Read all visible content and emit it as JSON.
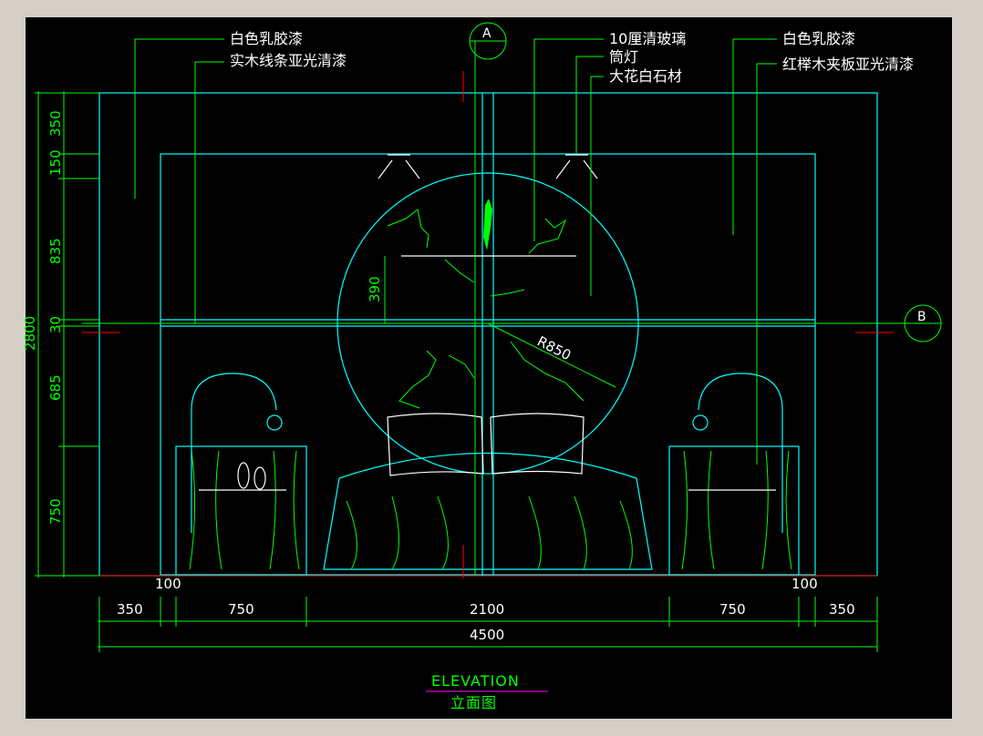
{
  "drawing": {
    "labels_left": [
      "白色乳胶漆",
      "实木线条亚光清漆"
    ],
    "labels_center": [
      "10厘清玻璃",
      "筒灯",
      "大花白石材"
    ],
    "labels_right": [
      "白色乳胶漆",
      "红榉木夹板亚光清漆"
    ],
    "axis_a": "A",
    "axis_b": "B",
    "radius_label": "R850",
    "shelf_dim": "390",
    "vertical_dims": [
      "350",
      "150",
      "835",
      "30",
      "685",
      "750"
    ],
    "total_height": "2800",
    "horizontal_dims_row1": [
      "100",
      "100"
    ],
    "horizontal_dims_row2": [
      "350",
      "750",
      "2100",
      "750",
      "350"
    ],
    "total_width": "4500",
    "title_en": "ELEVATION",
    "title_cn": "立面图"
  },
  "colors": {
    "background": "#000000",
    "frame": "#d4d0c8",
    "outline": "#00ffff",
    "dimension": "#00ff00",
    "text": "#ffffff",
    "marker": "#ff0000",
    "underline": "#ff00ff"
  }
}
